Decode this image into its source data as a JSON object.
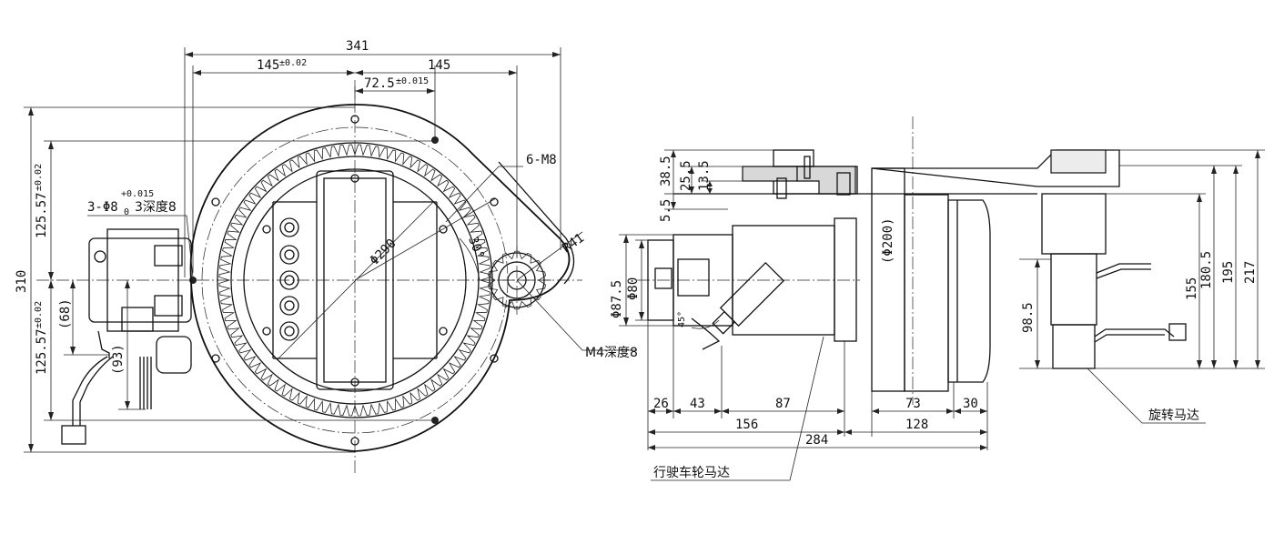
{
  "dimensions": {
    "d341": "341",
    "d145a": "145",
    "d145a_tol": "±0.02",
    "d145b": "145",
    "d72_5": "72.5",
    "d72_5_tol": "±0.015",
    "d310": "310",
    "d125_57a": "125.57",
    "d125_57a_tol": "±0.02",
    "d125_57b": "125.57",
    "d125_57b_tol": "±0.02",
    "d68": "(68)",
    "d93": "(93)",
    "d290": "Φ290",
    "d30deg": "30°",
    "r41": "R41",
    "d38_5": "38.5",
    "d25_5": "25.5",
    "d13_5": "13.5",
    "d5_5": "5.5",
    "d87_5": "Φ87.5",
    "d80": "Φ80",
    "d200": "(Φ200)",
    "d45deg": "45°",
    "d180_5": "180.5",
    "d195": "195",
    "d217": "217",
    "d155": "155",
    "d98_5": "98.5",
    "d26": "26",
    "d43": "43",
    "d87": "87",
    "d73": "73",
    "d30": "30",
    "d156": "156",
    "d128": "128",
    "d284": "284"
  },
  "callouts": {
    "hole3_prefix": "3-Φ8",
    "hole3_tol_top": "+0.015",
    "hole3_tol_bottom": "0",
    "hole3_depth": "3深度8",
    "m8": "6-M8",
    "m4": "M4深度8",
    "rotation_motor": "旋转马达",
    "drive_motor": "行驶车轮马达"
  }
}
